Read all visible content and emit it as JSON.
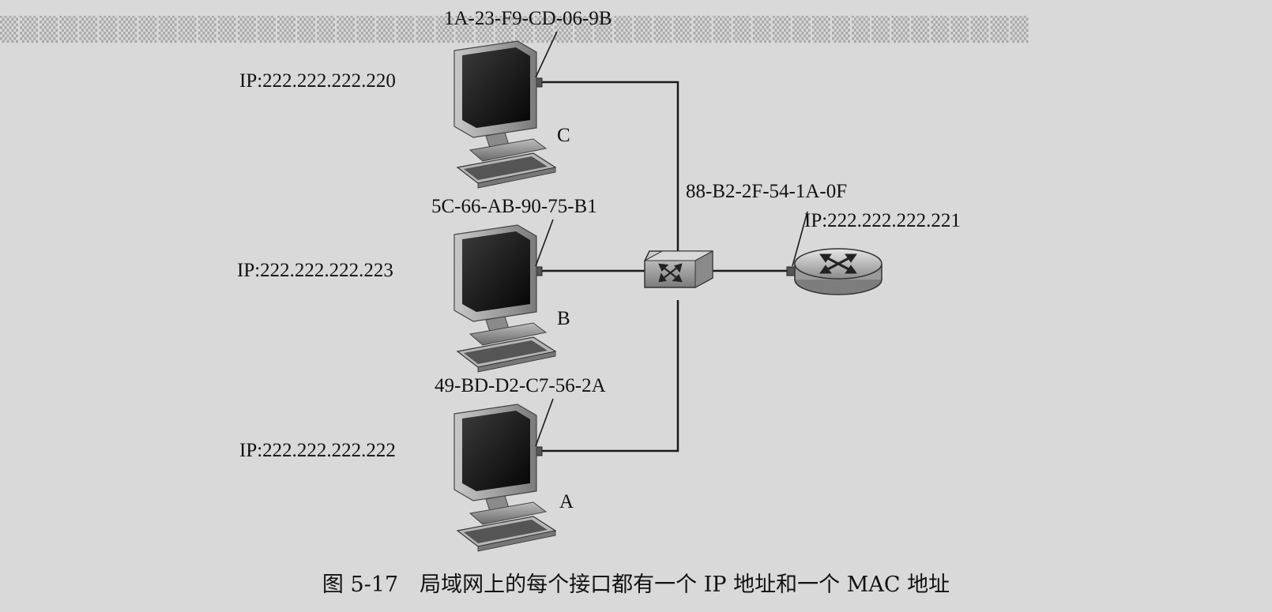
{
  "hosts": {
    "c": {
      "label": "C",
      "mac": "1A-23-F9-CD-06-9B",
      "ip": "IP:222.222.222.220"
    },
    "b": {
      "label": "B",
      "mac": "5C-66-AB-90-75-B1",
      "ip": "IP:222.222.222.223"
    },
    "a": {
      "label": "A",
      "mac": "49-BD-D2-C7-56-2A",
      "ip": "IP:222.222.222.222"
    }
  },
  "switch": {
    "icon": "switch-icon"
  },
  "router": {
    "icon": "router-icon",
    "mac": "88-B2-2F-54-1A-0F",
    "ip": "IP:222.222.222.221"
  },
  "caption": "图 5-17　局域网上的每个接口都有一个 IP 地址和一个 MAC 地址"
}
